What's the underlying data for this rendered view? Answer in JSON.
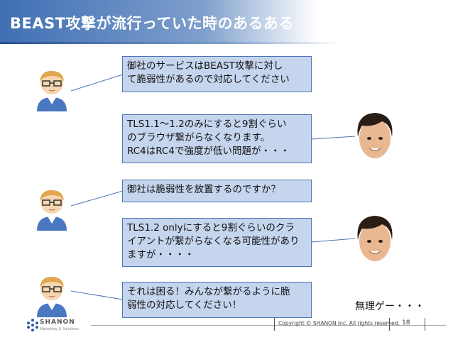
{
  "slide": {
    "title": "BEAST攻撃が流行っていた時のあるある",
    "bubbles": [
      {
        "text": "御社のサービスはBEAST攻撃に対し\nて脆弱性があるので対応してください"
      },
      {
        "text": "TLS1.1～1.2のみにすると9割ぐらい\nのブラウザ繋がらなくなります。\nRC4はRC4で強度が低い問題が・・・"
      },
      {
        "text": "御社は脆弱性を放置するのですか？"
      },
      {
        "text": "TLS1.2 onlyにすると9割ぐらいのクラ\nイアントが繋がらなくなる可能性があり\nますが・・・・"
      },
      {
        "text": "それは困る！みんなが繋がるように脆\n弱性の対応してください！"
      }
    ],
    "aside": "無理ゲー・・・"
  },
  "footer": {
    "logo_text": "SHANON",
    "logo_sub": "Marketing & Solutions",
    "copyright": "Copyright © SHANON Inc. All rights reserved.",
    "page_number": "18"
  },
  "colors": {
    "header_blue": "#3f6fb3",
    "bubble_fill": "#c6d5ee",
    "bubble_border": "#4c74b5"
  },
  "icons": [
    "person-with-glasses-icon",
    "person-photo-icon",
    "shanon-logo-icon"
  ]
}
